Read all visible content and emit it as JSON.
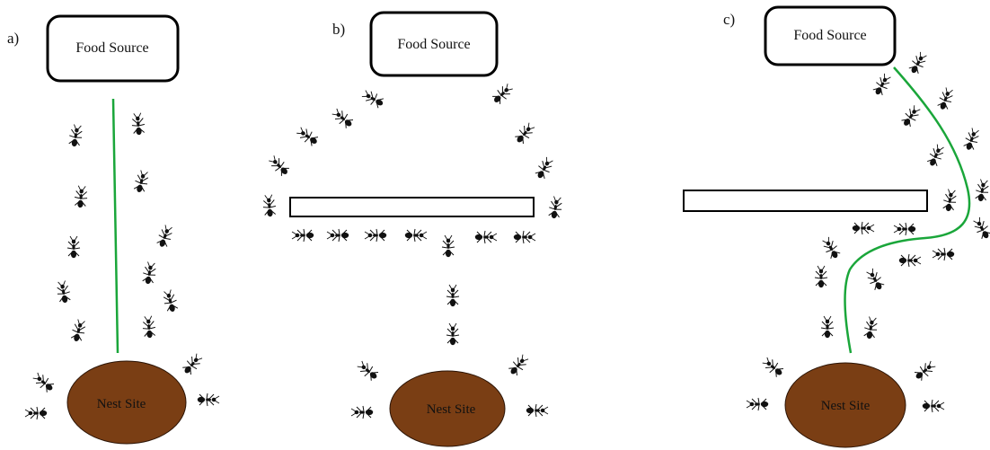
{
  "colors": {
    "nest_fill": "#7a3e14",
    "trail": "#1aa63a",
    "ant": "#111111"
  },
  "panels": [
    {
      "letter": "a)",
      "food_label": "Food Source",
      "nest_label": "Nest Site",
      "has_barrier": false,
      "has_trail": true
    },
    {
      "letter": "b)",
      "food_label": "Food Source",
      "nest_label": "Nest Site",
      "has_barrier": true,
      "has_trail": false
    },
    {
      "letter": "c)",
      "food_label": "Food Source",
      "nest_label": "Nest Site",
      "has_barrier": true,
      "has_trail": true
    }
  ],
  "icon": "ant-icon"
}
